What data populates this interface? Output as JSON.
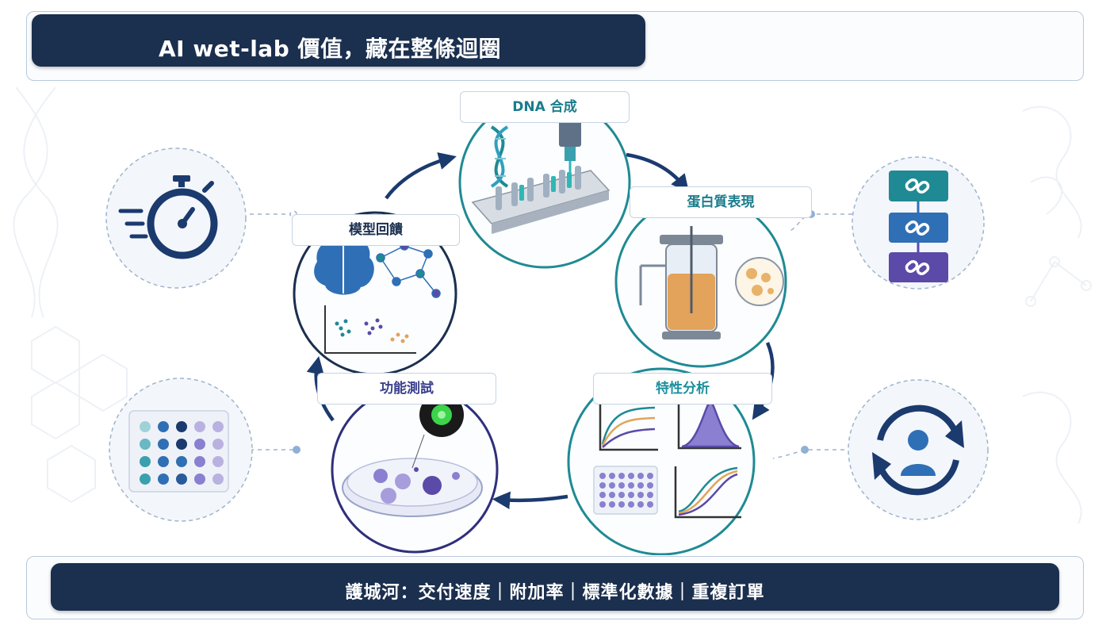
{
  "header": {
    "title": "AI wet-lab 價值，藏在整條迴圈"
  },
  "footer": {
    "text": "護城河：交付速度｜附加率｜標準化數據｜重複訂單"
  },
  "cycle": {
    "stages": [
      {
        "label": "DNA 合成",
        "color": "#1a7d8c"
      },
      {
        "label": "蛋白質表現",
        "color": "#1a7d8c"
      },
      {
        "label": "特性分析",
        "color": "#1a8f9c"
      },
      {
        "label": "功能測試",
        "color": "#3a3f8c"
      },
      {
        "label": "模型回饋",
        "color": "#1b2f4e"
      }
    ]
  },
  "side_icons": [
    "stopwatch-icon",
    "chain-link-icon",
    "plate-grid-icon",
    "user-cycle-icon"
  ],
  "colors": {
    "navy": "#1b2f4e",
    "teal": "#1f8a93",
    "blue": "#2f6fb5",
    "purple": "#5b4aa8"
  }
}
